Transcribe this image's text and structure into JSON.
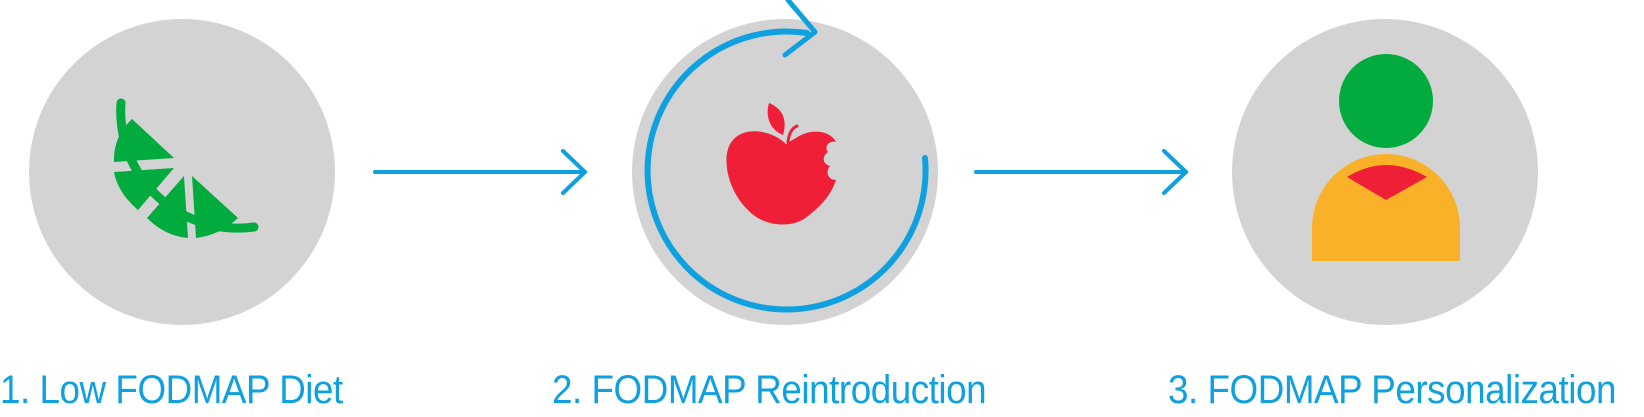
{
  "colors": {
    "circle": "#d3d3d3",
    "accent_blue": "#0fa1df",
    "green": "#01ab3e",
    "red": "#ee1f36",
    "yellow": "#f9b12a"
  },
  "steps": [
    {
      "label": "1. Low FODMAP Diet",
      "icon": "lime-slice-icon"
    },
    {
      "label": "2. FODMAP Reintroduction",
      "icon": "apple-bitten-icon"
    },
    {
      "label": "3. FODMAP Personalization",
      "icon": "person-icon"
    }
  ],
  "connectors": [
    {
      "from": "step-1",
      "to": "step-2",
      "icon": "arrow-right-icon"
    },
    {
      "from": "step-2",
      "to": "step-3",
      "icon": "arrow-right-icon"
    }
  ],
  "cycle_indicator": {
    "icon": "circular-arrow-icon"
  }
}
